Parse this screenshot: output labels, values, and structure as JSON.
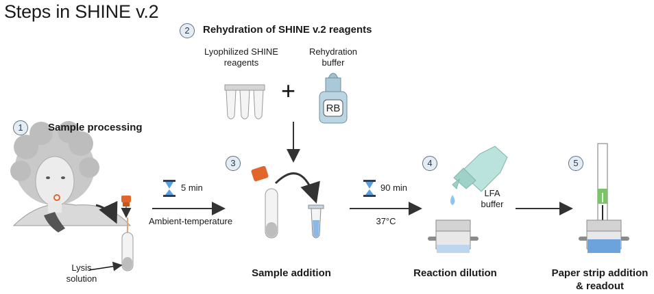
{
  "title": "Steps in SHINE v.2",
  "steps": [
    {
      "number": "1",
      "heading": "Sample processing"
    },
    {
      "number": "2",
      "heading": "Rehydration of SHINE v.2 reagents"
    },
    {
      "number": "3",
      "heading": ""
    },
    {
      "number": "4",
      "heading": ""
    },
    {
      "number": "5",
      "heading": ""
    }
  ],
  "labels": {
    "lyophilized": "Lyophilized SHINE reagents",
    "rehydration_buffer": "Rehydration buffer",
    "rb": "RB",
    "plus": "+",
    "lysis": "Lysis solution",
    "lfa_buffer": "LFA buffer"
  },
  "transitions": {
    "first_time": "5 min",
    "first_condition": "Ambient-temperature",
    "second_time": "90 min",
    "second_condition": "37°C"
  },
  "captions": {
    "sample_addition": "Sample addition",
    "reaction_dilution": "Reaction dilution",
    "paper_strip": "Paper strip addition & readout"
  },
  "colors": {
    "cap_orange": "#e0662b",
    "buffer_teal": "#a9dcd6",
    "liquid_blue": "#9cc6ec",
    "strip_green": "#7cc46a",
    "arrow": "#333333"
  }
}
